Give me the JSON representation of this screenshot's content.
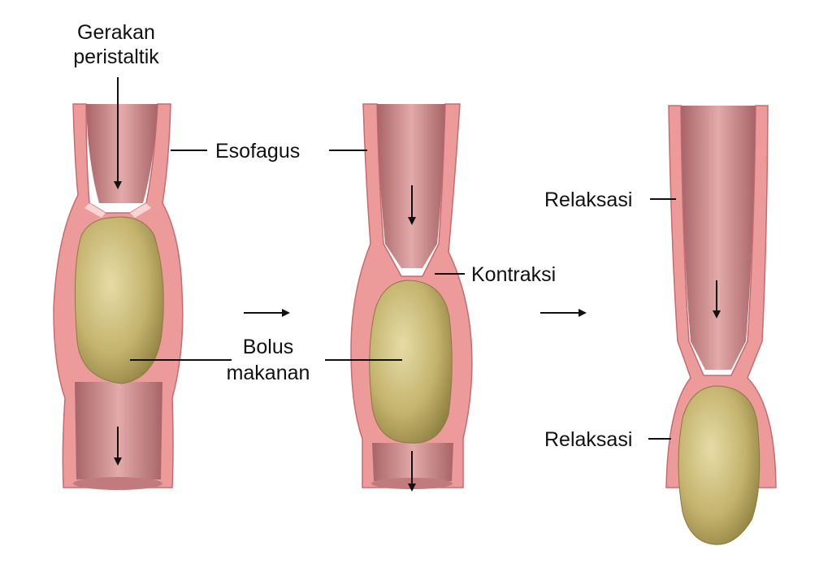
{
  "labels": {
    "peristaltic_line1": "Gerakan",
    "peristaltic_line2": "peristaltik",
    "esophagus": "Esofagus",
    "bolus_line1": "Bolus",
    "bolus_line2": "makanan",
    "contraction": "Kontraksi",
    "relaxation_top": "Relaksasi",
    "relaxation_bottom": "Relaksasi"
  },
  "colors": {
    "wall": "#ec9a9a",
    "lumen": "#c98484",
    "bolus": "#c9bd7a"
  }
}
